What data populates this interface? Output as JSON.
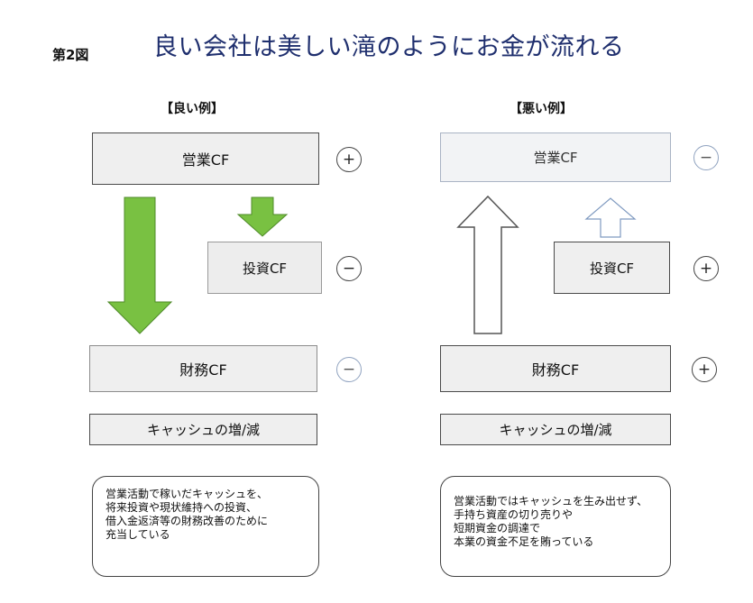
{
  "figure_no": "第2図",
  "title": "良い会社は美しい滝のようにお金が流れる",
  "good": {
    "heading": "【良い例】",
    "operating": {
      "label": "営業CF",
      "sign": "+"
    },
    "investing": {
      "label": "投資CF",
      "sign": "−"
    },
    "financing": {
      "label": "財務CF",
      "sign": "−"
    },
    "cash": "キャッシュの増/減",
    "note": "営業活動で稼いだキャッシュを、\n将来投資や現状維持への投資、\n借入金返済等の財務改善のために\n充当している"
  },
  "bad": {
    "heading": "【悪い例】",
    "operating": {
      "label": "営業CF",
      "sign": "−"
    },
    "investing": {
      "label": "投資CF",
      "sign": "+"
    },
    "financing": {
      "label": "財務CF",
      "sign": "+"
    },
    "cash": "キャッシュの増/減",
    "note": "営業活動ではキャッシュを生み出せず、\n手持ち資産の切り売りや\n短期資金の調達で\n本業の資金不足を賄っている"
  },
  "colors": {
    "green_arrow": "#79c142",
    "title_blue": "#1f2f6e",
    "light_border": "#a9b3c4"
  }
}
